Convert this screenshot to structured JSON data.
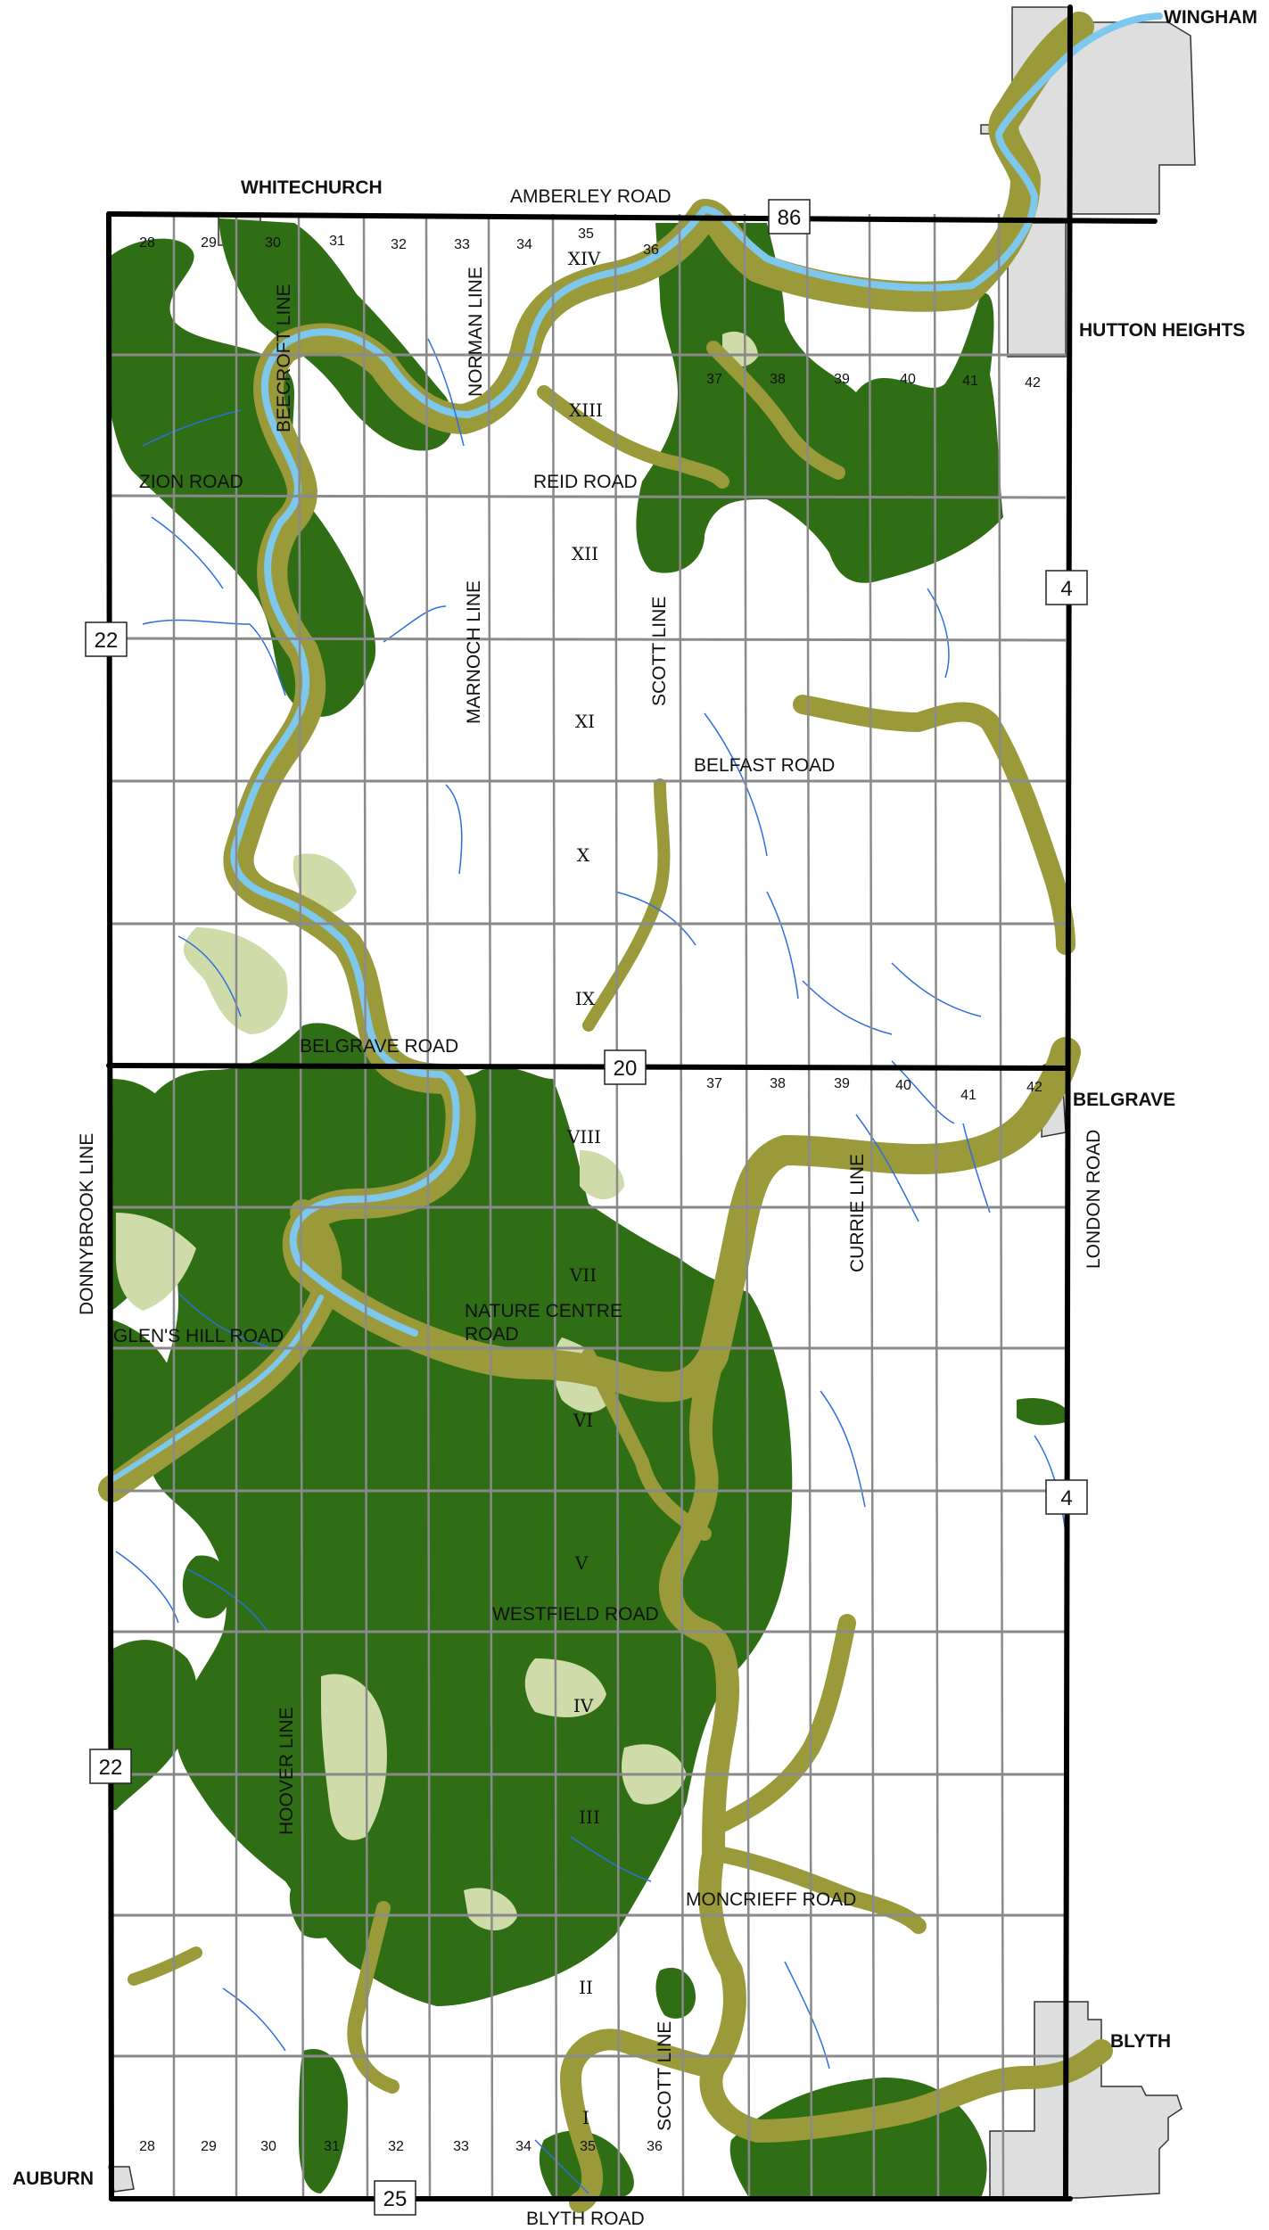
{
  "map": {
    "places": {
      "wingham": "WINGHAM",
      "whitechurch": "WHITECHURCH",
      "hutton_heights": "HUTTON HEIGHTS",
      "belgrave": "BELGRAVE",
      "blyth": "BLYTH",
      "auburn": "AUBURN"
    },
    "roads": {
      "amberley": "AMBERLEY ROAD",
      "zion": "ZION ROAD",
      "reid": "REID ROAD",
      "belfast": "BELFAST ROAD",
      "belgrave_road": "BELGRAVE ROAD",
      "glens_hill": "GLEN'S HILL ROAD",
      "nature_centre_1": "NATURE CENTRE",
      "nature_centre_2": "ROAD",
      "westfield": "WESTFIELD ROAD",
      "moncrieff": "MONCRIEFF ROAD",
      "blyth_road": "BLYTH ROAD",
      "beecroft": "BEECROFT LINE",
      "norman": "NORMAN LINE",
      "marnoch": "MARNOCH LINE",
      "scott_north": "SCOTT LINE",
      "scott_south": "SCOTT LINE",
      "currie": "CURRIE LINE",
      "donnybrook": "DONNYBROOK LINE",
      "london": "LONDON ROAD",
      "hoover": "HOOVER LINE"
    },
    "highway_shields": {
      "h86": "86",
      "h22_north": "22",
      "h22_south": "22",
      "h4_north": "4",
      "h4_south": "4",
      "h20": "20",
      "h25": "25"
    },
    "concessions": [
      "XIV",
      "XIII",
      "XII",
      "XI",
      "X",
      "IX",
      "VIII",
      "VII",
      "VI",
      "V",
      "IV",
      "III",
      "II",
      "I"
    ],
    "lots_top": [
      "28",
      "29",
      "30",
      "31",
      "32",
      "33",
      "34",
      "35",
      "36"
    ],
    "lots_mid": [
      "37",
      "38",
      "39",
      "40",
      "41",
      "42"
    ],
    "lots_belgrave": [
      "37",
      "38",
      "39",
      "40",
      "41",
      "42"
    ],
    "lots_bottom": [
      "28",
      "29",
      "30",
      "31",
      "32",
      "33",
      "34",
      "35",
      "36"
    ],
    "colors": {
      "forest": "#2f6e14",
      "valley": "#9a9a3a",
      "meadow": "#cfdcaa",
      "river": "#7ec8ee",
      "stream": "#2b6fe0",
      "urban": "#dedede",
      "road": "#8a8a8a",
      "highway": "#000000"
    }
  }
}
